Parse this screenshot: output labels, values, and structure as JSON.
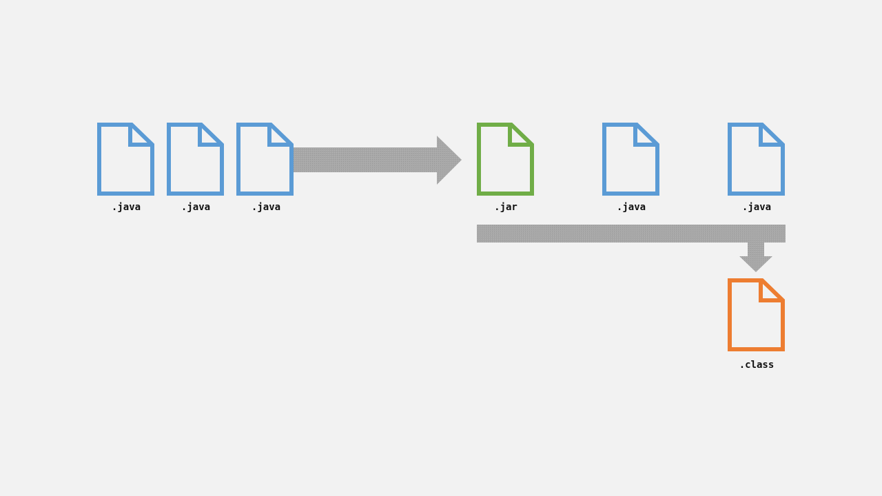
{
  "colors": {
    "background": "#f2f2f2",
    "source": "#5b9bd5",
    "library": "#70ad47",
    "output": "#ed7d31",
    "arrow": "#a6a6a6",
    "label": "#111111"
  },
  "files": [
    {
      "label": ".java",
      "kind": "source"
    },
    {
      "label": ".java",
      "kind": "source"
    },
    {
      "label": ".java",
      "kind": "source"
    },
    {
      "label": ".jar",
      "kind": "library"
    },
    {
      "label": ".java",
      "kind": "source"
    },
    {
      "label": ".java",
      "kind": "source"
    },
    {
      "label": ".class",
      "kind": "output"
    }
  ]
}
